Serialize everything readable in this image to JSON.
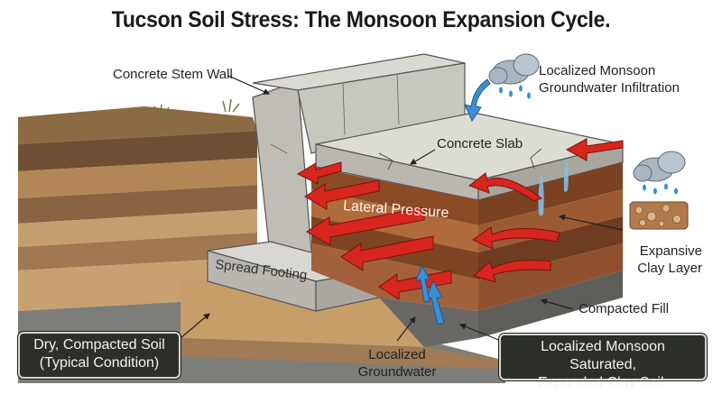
{
  "title": "Tucson Soil Stress: The Monsoon Expansion Cycle.",
  "labels": {
    "stem_wall": "Concrete Stem Wall",
    "rain_line1": "Localized Monsoon",
    "rain_line2": "Groundwater  Infiltration",
    "slab": "Concrete Slab",
    "lateral": "Lateral Pressure",
    "footing": "Spread Footing",
    "clay_line1": "Expansive",
    "clay_line2": "Clay Layer",
    "fill": "Compacted Fill",
    "groundwater_line1": "Localized",
    "groundwater_line2": "Groundwater"
  },
  "boxes": {
    "dry_line1": "Dry, Compacted Soil",
    "dry_line2": "(Typical Condition)",
    "wet_line1": "Localized Monsoon Saturated,",
    "wet_line2": "Expanded Clay Soil."
  },
  "icons": [
    "rain-cloud-icon",
    "soil-sample-icon"
  ],
  "colors": {
    "pressure_arrow": "#d7261e",
    "water_arrow": "#3b8fd6",
    "concrete": "#c9c8c2",
    "clay": "#a0582e",
    "dry_soil": "#c9a070"
  }
}
